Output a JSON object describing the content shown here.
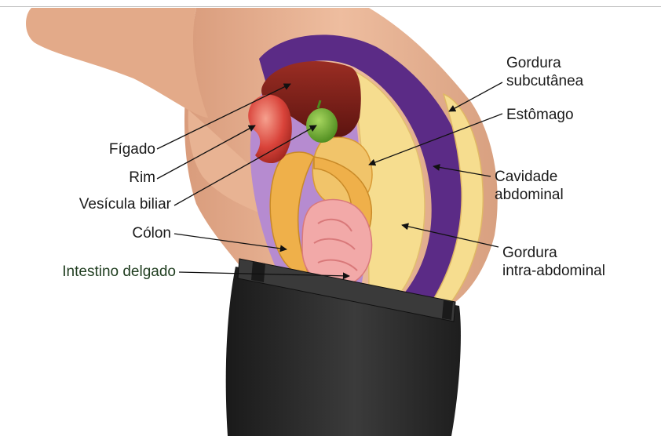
{
  "labels": {
    "figado": "Fígado",
    "rim": "Rim",
    "vesicula": "Vesícula biliar",
    "colon": "Cólon",
    "intestino": "Intestino delgado",
    "gordura_sub_1": "Gordura",
    "gordura_sub_2": "subcutânea",
    "estomago": "Estômago",
    "cavidade_1": "Cavidade",
    "cavidade_2": "abdominal",
    "gordura_intra_1": "Gordura",
    "gordura_intra_2": "intra-abdominal"
  },
  "colors": {
    "skin": "#e8b393",
    "skin_shadow": "#c98a6a",
    "liver": "#7a1f1a",
    "kidney": "#d9433a",
    "gallbladder": "#6aa52e",
    "stomach": "#f1c46a",
    "colon": "#efb04a",
    "small_intestine": "#f2a9a8",
    "cavity_wall": "#5b2b86",
    "fat": "#f6dd8f",
    "pants": "#262626",
    "belt": "#3a3a3a"
  }
}
